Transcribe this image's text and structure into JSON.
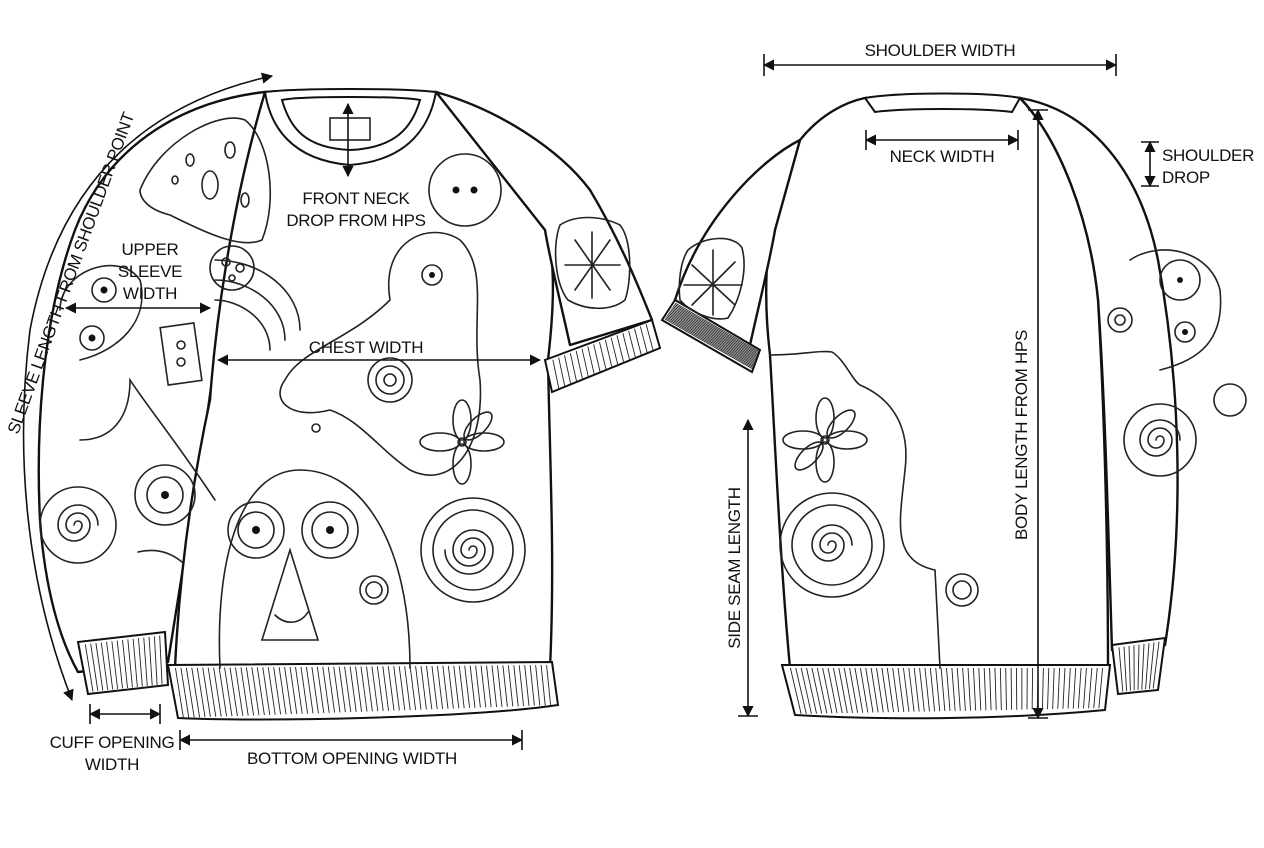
{
  "diagram": {
    "front_view": {
      "labels": {
        "sleeve_length": "SLEEVE LENGTH FROM SHOULDER POINT",
        "front_neck_drop_line1": "FRONT NECK",
        "front_neck_drop_line2": "DROP FROM HPS",
        "upper_sleeve_line1": "UPPER",
        "upper_sleeve_line2": "SLEEVE",
        "upper_sleeve_line3": "WIDTH",
        "chest_width": "CHEST WIDTH",
        "cuff_opening_line1": "CUFF OPENING",
        "cuff_opening_line2": "WIDTH",
        "bottom_opening_width": "BOTTOM OPENING WIDTH"
      }
    },
    "back_view": {
      "labels": {
        "shoulder_width": "SHOULDER WIDTH",
        "neck_width": "NECK WIDTH",
        "shoulder_drop_line1": "SHOULDER",
        "shoulder_drop_line2": "DROP",
        "body_length": "BODY LENGTH FROM HPS",
        "side_seam_length": "SIDE SEAM LENGTH"
      }
    },
    "colors": {
      "line": "#111111",
      "background": "#ffffff"
    }
  }
}
